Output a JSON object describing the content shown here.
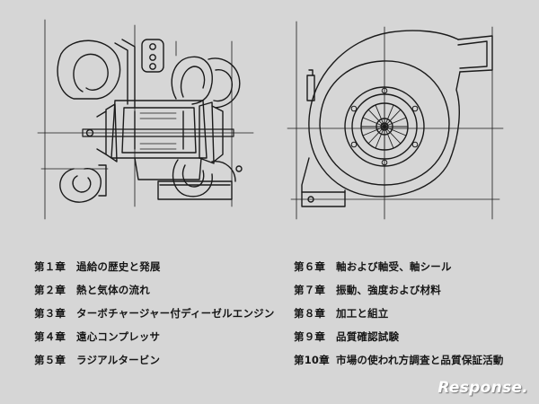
{
  "toc": {
    "left": [
      {
        "num": "第１章",
        "title": "過給の歴史と発展"
      },
      {
        "num": "第２章",
        "title": "熱と気体の流れ"
      },
      {
        "num": "第３章",
        "title": "ターボチャージャー付ディーゼルエンジン"
      },
      {
        "num": "第４章",
        "title": "遠心コンプレッサ"
      },
      {
        "num": "第５章",
        "title": "ラジアルタービン"
      }
    ],
    "right": [
      {
        "num": "第６章",
        "title": "軸および軸受、軸シール"
      },
      {
        "num": "第７章",
        "title": "振動、強度および材料"
      },
      {
        "num": "第８章",
        "title": "加工と組立"
      },
      {
        "num": "第９章",
        "title": "品質確認試験"
      },
      {
        "num": "第10章",
        "title": "市場の使われ方調査と品質保証活動"
      }
    ]
  },
  "watermark": "Response."
}
